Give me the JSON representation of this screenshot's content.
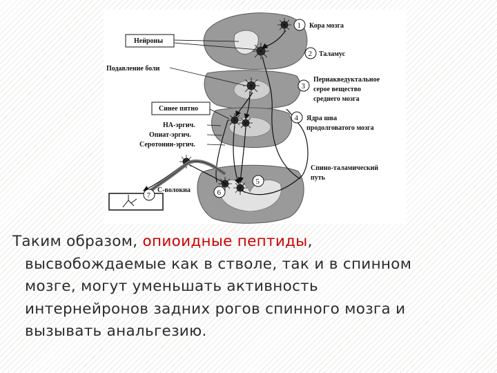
{
  "diagram": {
    "labels": {
      "neurons": "Нейроны",
      "pain_suppression": "Подавление боли",
      "blue_spot": "Синее пятно",
      "na_ergic": "НА-эргич.",
      "opiat_ergic": "Опиат-эргич.",
      "serotonin_ergic": "Серотонин-эргич.",
      "c_fiber": "С-волокна",
      "cortex": "Кора мозга",
      "thalamus": "Таламус",
      "periaqueductal_1": "Периакведуктальное",
      "periaqueductal_2": "серое вещество",
      "periaqueductal_3": "среднего мозга",
      "raphe_1": "Ядра шва",
      "raphe_2": "продолговатого мозга",
      "spinothalamic_1": "Спино-таламический",
      "spinothalamic_2": "путь"
    },
    "numbers": [
      "1",
      "2",
      "3",
      "4",
      "5",
      "6",
      "7"
    ]
  },
  "caption": {
    "line1_before": "Таким образом, ",
    "line1_highlight": "опиоидные пептиды",
    "line1_after": ",",
    "line2": "высвобождаемые как в стволе, так и в спинном",
    "line3": "мозге, могут уменьшать активность",
    "line4": "интернейронов задних рогов спинного мозга и",
    "line5": "вызывать анальгезию."
  },
  "colors": {
    "highlight": "#cc0000",
    "text": "#2b2b2b",
    "tissue": "#9a9a9a"
  }
}
